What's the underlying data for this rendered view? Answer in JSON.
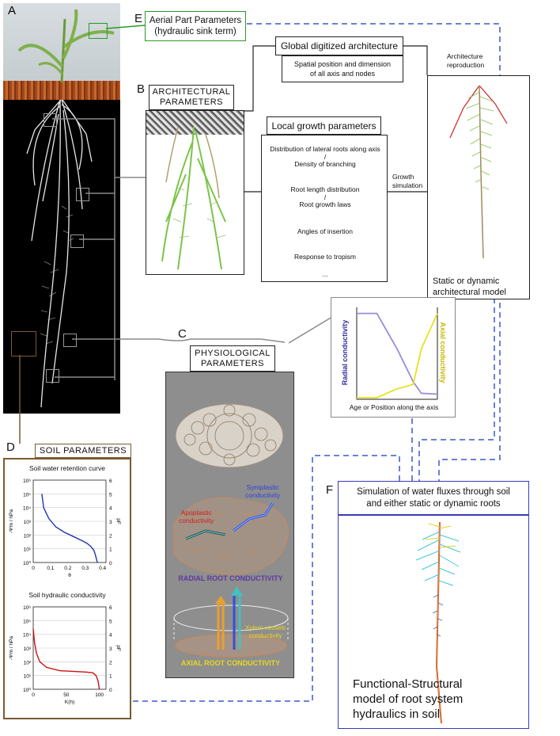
{
  "panels": {
    "A": {
      "letter": "A"
    },
    "B": {
      "letter": "B",
      "title_line1": "ARCHITECTURAL",
      "title_line2": "PARAMETERS"
    },
    "C": {
      "letter": "C",
      "title_line1": "PHYSIOLOGICAL",
      "title_line2": "PARAMETERS"
    },
    "D": {
      "letter": "D",
      "title": "SOIL PARAMETERS"
    },
    "E": {
      "letter": "E",
      "title_line1": "Aerial Part Parameters",
      "title_line2": "(hydraulic sink term)"
    },
    "F": {
      "letter": "F",
      "title_line1": "Simulation of water fluxes through soil",
      "title_line2": "and either static or dynamic roots"
    }
  },
  "global": {
    "title": "Global digitized architecture",
    "desc_line1": "Spatial position and dimension",
    "desc_line2": "of all axis and nodes"
  },
  "local": {
    "title": "Local growth parameters",
    "items": [
      "Distribution of lateral roots along axis",
      "/",
      "Density of branching",
      "Root length distribution",
      "/",
      "Root growth laws",
      "Angles of insertion",
      "Response to tropism",
      "..."
    ]
  },
  "arrows": {
    "arch_repro_line1": "Architecture",
    "arch_repro_line2": "reproduction",
    "growth_line1": "Growth",
    "growth_line2": "simulation"
  },
  "static_model": {
    "line1": "Static or dynamic",
    "line2": "architectural model"
  },
  "conductivity_plot": {
    "left_label": "Radial conductivity",
    "right_label": "Axial conductivity",
    "xlabel": "Age or Position along the axis"
  },
  "physio_labels": {
    "apoplastic_1": "Apoplastic",
    "apoplastic_2": "conductivity",
    "symplastic_1": "Symplastic",
    "symplastic_2": "conductivity",
    "radial": "RADIAL ROOT CONDUCTIVITY",
    "xylem_1": "Xylem vessels",
    "xylem_2": "conductivity",
    "axial": "AXIAL ROOT CONDUCTIVITY"
  },
  "soil_charts": {
    "retention": {
      "title": "Soil water retention curve",
      "ylabel": "-Ψm / hPa",
      "y2label": "pF",
      "xlabel": "θ",
      "xticks": [
        "0",
        "0.1",
        "0.2",
        "0.3",
        "0.4"
      ],
      "yticks": [
        "10⁰",
        "10¹",
        "10²",
        "10³",
        "10⁴",
        "10⁵",
        "10⁶"
      ],
      "y2ticks": [
        "0",
        "1",
        "2",
        "3",
        "4",
        "5",
        "6"
      ]
    },
    "conductivity": {
      "title": "Soil hydraulic conductivity",
      "ylabel": "-Ψm / hPa",
      "y2label": "pF",
      "xlabel": "K(h)",
      "xticks": [
        "0",
        "50",
        "100"
      ],
      "yticks": [
        "10⁰",
        "10¹",
        "10²",
        "10³",
        "10⁴",
        "10⁵",
        "10⁶"
      ],
      "y2ticks": [
        "0",
        "1",
        "2",
        "3",
        "4",
        "5",
        "6"
      ]
    }
  },
  "functional": {
    "line1": "Functional-Structural",
    "line2": "model of root system",
    "line3": "hydraulics in soil"
  },
  "chart_data": [
    {
      "type": "line",
      "title": "Soil water retention curve",
      "xlabel": "θ",
      "ylabel": "-Ψm / hPa",
      "y2label": "pF",
      "xlim": [
        0,
        0.42
      ],
      "ylim": [
        0,
        6
      ],
      "x": [
        0.05,
        0.06,
        0.09,
        0.13,
        0.18,
        0.23,
        0.28,
        0.31,
        0.33,
        0.35,
        0.36,
        0.37
      ],
      "series": [
        {
          "values": [
            5.0,
            4.0,
            3.2,
            2.6,
            2.2,
            1.9,
            1.6,
            1.4,
            1.2,
            0.9,
            0.5,
            0.0
          ],
          "color": "#2233aa"
        }
      ]
    },
    {
      "type": "line",
      "title": "Soil hydraulic conductivity",
      "xlabel": "K(h)",
      "ylabel": "-Ψm / hPa",
      "y2label": "pF",
      "xlim": [
        0,
        110
      ],
      "ylim": [
        0,
        6
      ],
      "x": [
        0,
        2,
        5,
        10,
        20,
        40,
        60,
        80,
        90,
        95,
        98,
        100
      ],
      "series": [
        {
          "values": [
            4.4,
            3.4,
            2.6,
            2.0,
            1.6,
            1.35,
            1.3,
            1.25,
            1.2,
            1.0,
            0.6,
            0.0
          ],
          "color": "#cc1111"
        }
      ]
    },
    {
      "type": "line",
      "xlabel": "Age or Position along the axis",
      "xlim": [
        0,
        1
      ],
      "ylim": [
        0,
        1
      ],
      "x": [
        0,
        0.25,
        0.5,
        0.7,
        0.8,
        1.0
      ],
      "series": [
        {
          "name": "Radial conductivity",
          "values": [
            0.95,
            0.95,
            0.55,
            0.18,
            0.05,
            0.04
          ],
          "color": "#9a8ad8"
        },
        {
          "name": "Axial conductivity",
          "values": [
            0.0,
            0.0,
            0.1,
            0.15,
            0.55,
            0.95
          ],
          "color": "#e8e020"
        }
      ]
    }
  ]
}
